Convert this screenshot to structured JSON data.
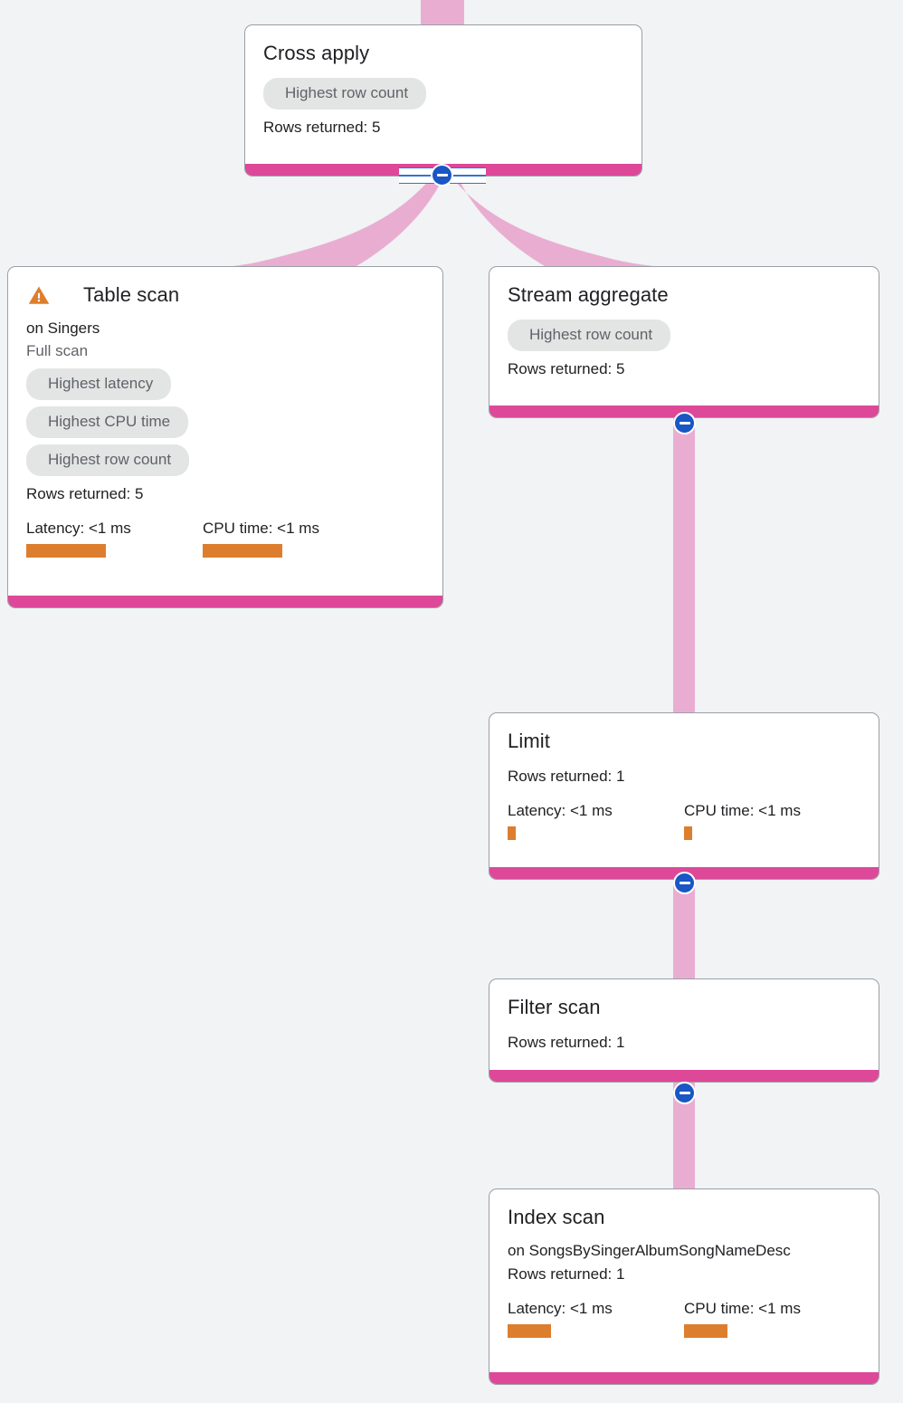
{
  "theme": {
    "background": "#f1f3f4",
    "node_border": "#9aa0a6",
    "accent_bar": "#dd4899",
    "edge_pink": "#eaadd2",
    "badge_bg": "#e3e5e4",
    "badge_text": "#5f6368",
    "metric_bar": "#dd7e2e",
    "warning_icon": "#dd7e2e",
    "toggle_blue": "#1a56c4",
    "text_primary": "#202124",
    "text_muted": "#5f6368"
  },
  "labels": {
    "rows_returned_prefix": "Rows returned: ",
    "latency_prefix": "Latency: ",
    "cpu_prefix": "CPU time: "
  },
  "nodes": {
    "cross_apply": {
      "title": "Cross apply",
      "badges": [
        "Highest row count"
      ],
      "rows_returned": "Rows returned: 5",
      "toggle_icon": "minus-circle-icon",
      "collapsed": false
    },
    "table_scan": {
      "title": "Table scan",
      "warning_icon": "warning-triangle-icon",
      "subtitle": "on Singers",
      "scan_type": "Full scan",
      "badges": [
        "Highest latency",
        "Highest CPU time",
        "Highest row count"
      ],
      "rows_returned": "Rows returned: 5",
      "latency_label": "Latency: <1 ms",
      "cpu_label": "CPU time: <1 ms",
      "latency_bar_width": 88,
      "cpu_bar_width": 88
    },
    "stream_aggregate": {
      "title": "Stream aggregate",
      "badges": [
        "Highest row count"
      ],
      "rows_returned": "Rows returned: 5",
      "toggle_icon": "minus-circle-icon",
      "collapsed": false
    },
    "limit": {
      "title": "Limit",
      "rows_returned": "Rows returned: 1",
      "latency_label": "Latency: <1 ms",
      "cpu_label": "CPU time: <1 ms",
      "latency_bar_width": 9,
      "cpu_bar_width": 9,
      "toggle_icon": "minus-circle-icon",
      "collapsed": false
    },
    "filter_scan": {
      "title": "Filter scan",
      "rows_returned": "Rows returned: 1",
      "toggle_icon": "minus-circle-icon",
      "collapsed": false
    },
    "index_scan": {
      "title": "Index scan",
      "subtitle": "on SongsBySingerAlbumSongNameDesc",
      "rows_returned": "Rows returned: 1",
      "latency_label": "Latency: <1 ms",
      "cpu_label": "CPU time: <1 ms",
      "latency_bar_width": 48,
      "cpu_bar_width": 48
    }
  }
}
